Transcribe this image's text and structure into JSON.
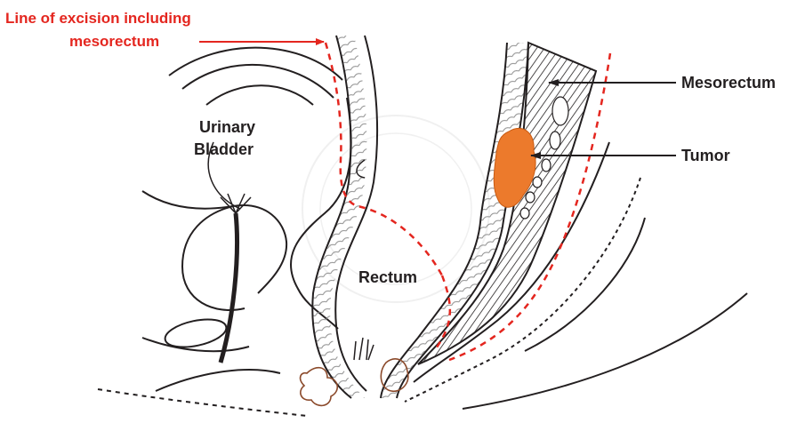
{
  "labels": {
    "excision_line_1": "Line of excision including",
    "excision_line_2": "mesorectum",
    "mesorectum": "Mesorectum",
    "tumor": "Tumor",
    "bladder_line_1": "Urinary",
    "bladder_line_2": "Bladder",
    "rectum": "Rectum"
  },
  "colors": {
    "outline": "#231f20",
    "excision_line": "#e4261f",
    "tumor": "#ec7a2c",
    "glands": "#8b4a2b"
  }
}
